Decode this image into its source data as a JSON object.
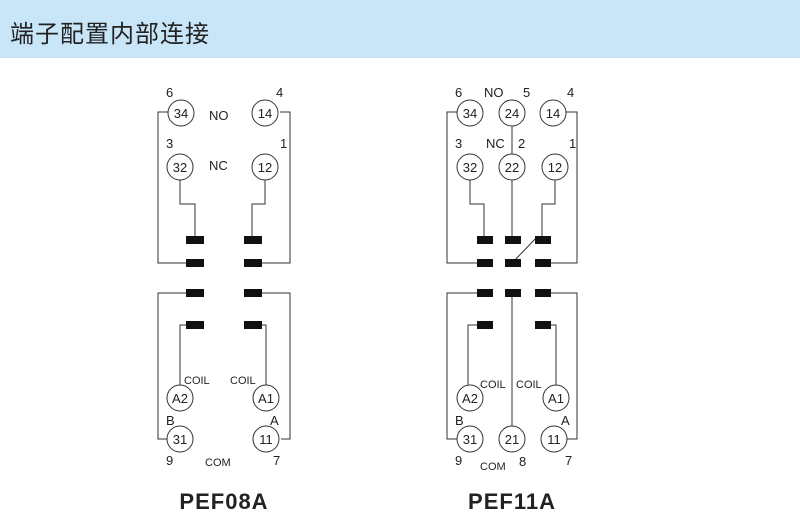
{
  "header": {
    "title": "端子配置内部连接"
  },
  "pef08a": {
    "name": "PEF08A",
    "pin_34": "34",
    "pin_14": "14",
    "pin_32": "32",
    "pin_12": "12",
    "pin_a2": "A2",
    "pin_a1": "A1",
    "pin_31": "31",
    "pin_11": "11",
    "num_6": "6",
    "num_4": "4",
    "num_3": "3",
    "num_1": "1",
    "num_9": "9",
    "num_7": "7",
    "no": "NO",
    "nc": "NC",
    "coil_left": "COIL",
    "coil_right": "COIL",
    "letter_b": "B",
    "letter_a": "A",
    "com": "COM"
  },
  "pef11a": {
    "name": "PEF11A",
    "pin_34": "34",
    "pin_24": "24",
    "pin_14": "14",
    "pin_32": "32",
    "pin_22": "22",
    "pin_12": "12",
    "pin_a2": "A2",
    "pin_a1": "A1",
    "pin_31": "31",
    "pin_21": "21",
    "pin_11": "11",
    "num_6": "6",
    "num_5": "5",
    "num_4": "4",
    "num_3": "3",
    "num_2": "2",
    "num_1": "1",
    "num_9": "9",
    "num_8": "8",
    "num_7": "7",
    "no": "NO",
    "nc": "NC",
    "coil_left": "COIL",
    "coil_right": "COIL",
    "letter_b": "B",
    "letter_a": "A",
    "com": "COM"
  }
}
